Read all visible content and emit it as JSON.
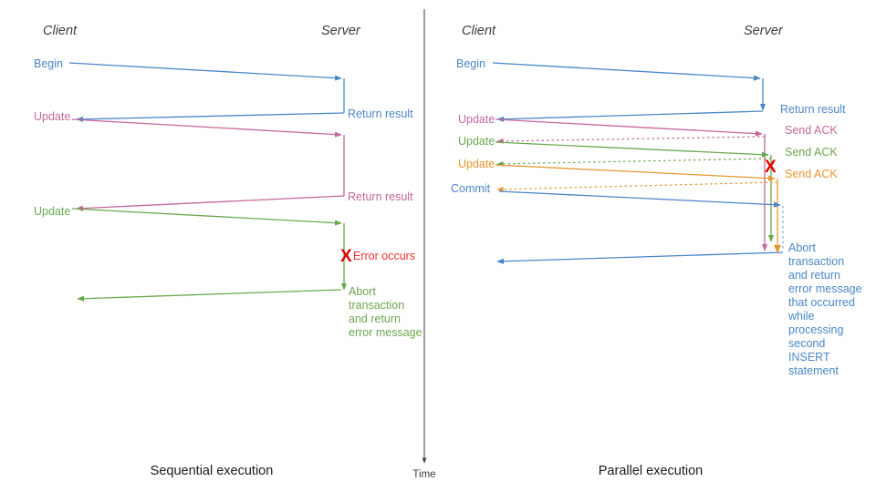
{
  "diagram": {
    "title_hidden": "",
    "colors": {
      "blue": "#4a86c8",
      "pink": "#c4689a",
      "green": "#6aa84f",
      "orange": "#e8962e",
      "red": "#e00000",
      "axis": "#3c3c3c",
      "actor": "#3c3c3c"
    },
    "time_axis": {
      "label": "Time"
    },
    "panels": [
      {
        "id": "sequential",
        "caption": "Sequential execution",
        "actors": {
          "client": "Client",
          "server": "Server"
        },
        "messages": [
          {
            "id": "seq-begin",
            "label": "Begin",
            "color": "blue",
            "side": "client"
          },
          {
            "id": "seq-return-1",
            "label": "Return result",
            "color": "blue",
            "side": "server"
          },
          {
            "id": "seq-update-1",
            "label": "Update",
            "color": "pink",
            "side": "client"
          },
          {
            "id": "seq-return-2",
            "label": "Return result",
            "color": "pink",
            "side": "server"
          },
          {
            "id": "seq-update-2",
            "label": "Update",
            "color": "green",
            "side": "client"
          },
          {
            "id": "seq-abort",
            "label": "Abort transaction and return error message",
            "color": "green",
            "side": "server"
          }
        ],
        "abort_lines": [
          "Abort",
          "transaction",
          "and return",
          "error message"
        ],
        "error": {
          "marker": "X",
          "label": "Error occurs"
        }
      },
      {
        "id": "parallel",
        "caption": "Parallel execution",
        "actors": {
          "client": "Client",
          "server": "Server"
        },
        "messages": [
          {
            "id": "par-begin",
            "label": "Begin",
            "color": "blue",
            "side": "client"
          },
          {
            "id": "par-return",
            "label": "Return result",
            "color": "blue",
            "side": "server"
          },
          {
            "id": "par-update-1",
            "label": "Update",
            "color": "pink",
            "side": "client"
          },
          {
            "id": "par-ack-1",
            "label": "Send ACK",
            "color": "pink",
            "side": "server"
          },
          {
            "id": "par-update-2",
            "label": "Update",
            "color": "green",
            "side": "client"
          },
          {
            "id": "par-ack-2",
            "label": "Send ACK",
            "color": "green",
            "side": "server"
          },
          {
            "id": "par-update-3",
            "label": "Update",
            "color": "orange",
            "side": "client"
          },
          {
            "id": "par-ack-3",
            "label": "Send ACK",
            "color": "orange",
            "side": "server"
          },
          {
            "id": "par-commit",
            "label": "Commit",
            "color": "blue",
            "side": "client"
          }
        ],
        "abort_lines": [
          "Abort",
          "transaction",
          "and return",
          "error message",
          "that occurred",
          "while",
          "processing",
          "second",
          "INSERT",
          "statement"
        ],
        "error": {
          "marker": "X",
          "label": ""
        }
      }
    ]
  }
}
